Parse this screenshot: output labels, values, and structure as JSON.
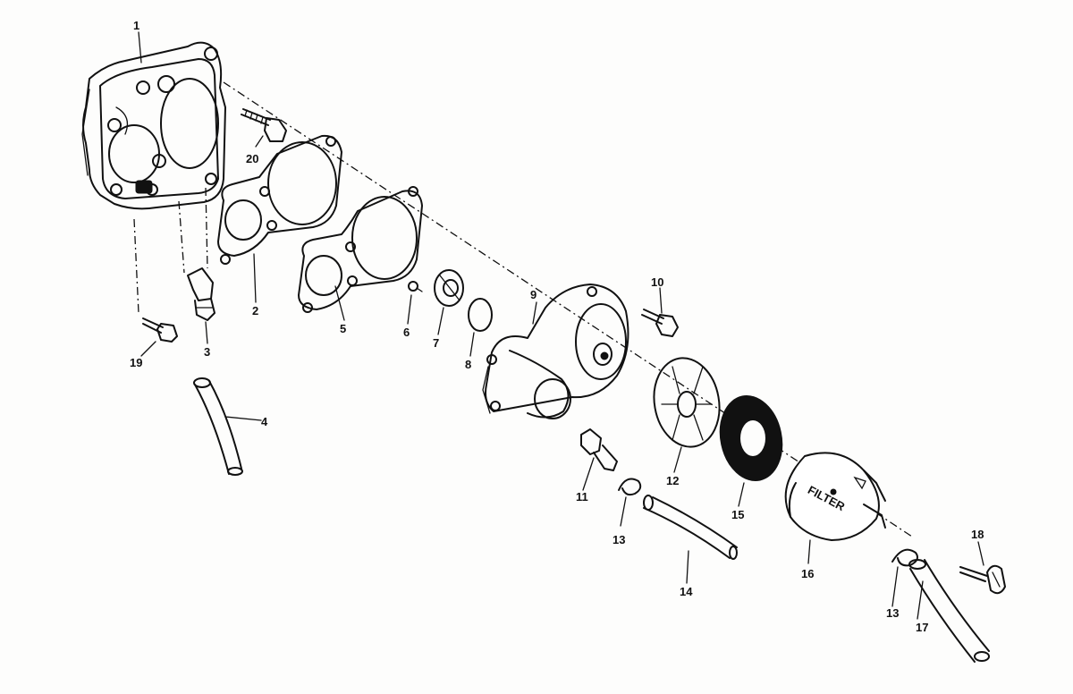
{
  "diagram": {
    "type": "exploded-parts-diagram",
    "callouts": [
      {
        "id": "1",
        "label": "1"
      },
      {
        "id": "2",
        "label": "2"
      },
      {
        "id": "3",
        "label": "3"
      },
      {
        "id": "4",
        "label": "4"
      },
      {
        "id": "5",
        "label": "5"
      },
      {
        "id": "6",
        "label": "6"
      },
      {
        "id": "7",
        "label": "7"
      },
      {
        "id": "8",
        "label": "8"
      },
      {
        "id": "9",
        "label": "9"
      },
      {
        "id": "10",
        "label": "10"
      },
      {
        "id": "11",
        "label": "11"
      },
      {
        "id": "12",
        "label": "12"
      },
      {
        "id": "13a",
        "label": "13"
      },
      {
        "id": "13b",
        "label": "13"
      },
      {
        "id": "14",
        "label": "14"
      },
      {
        "id": "15",
        "label": "15"
      },
      {
        "id": "16",
        "label": "16"
      },
      {
        "id": "17",
        "label": "17"
      },
      {
        "id": "18",
        "label": "18"
      },
      {
        "id": "19",
        "label": "19"
      },
      {
        "id": "20",
        "label": "20"
      }
    ],
    "filter_text": "FILTER",
    "colors": {
      "ink": "#111111",
      "paper": "#fdfdfc"
    }
  }
}
